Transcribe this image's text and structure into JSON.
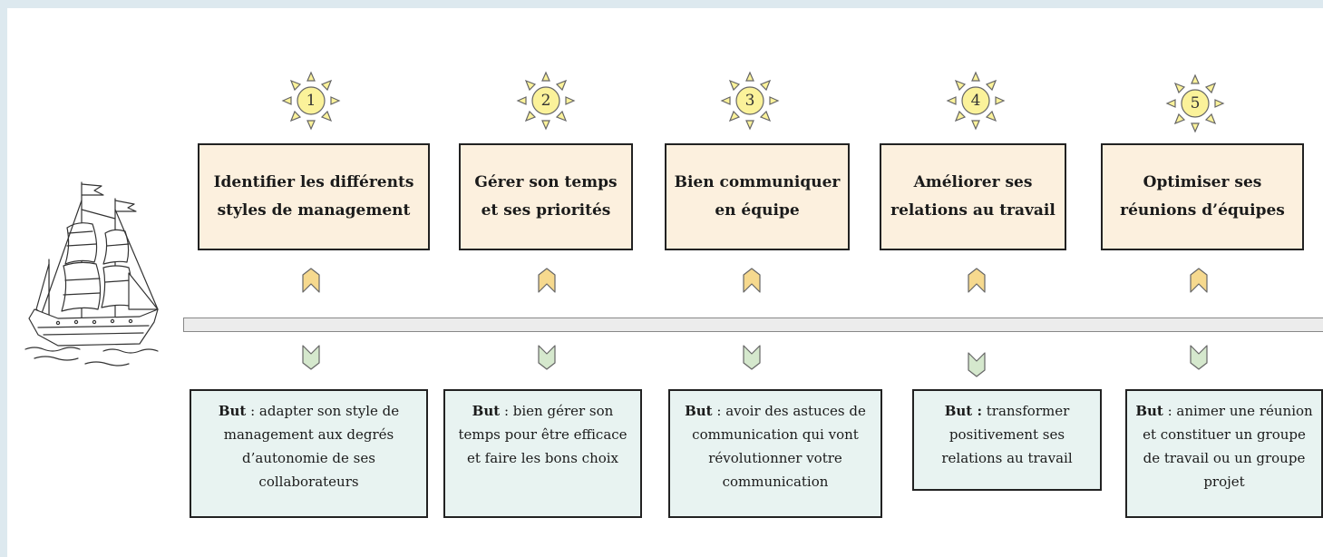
{
  "steps": [
    {
      "number": "1",
      "title": "Identifier les différents styles de management",
      "goal_prefix": "But",
      "goal_text": " : adapter son style de management aux degrés d’autonomie de ses collaborateurs"
    },
    {
      "number": "2",
      "title": "Gérer son temps et ses priorités",
      "goal_prefix": "But",
      "goal_text": " : bien gérer son temps pour être efficace et faire les bons choix"
    },
    {
      "number": "3",
      "title": "Bien communiquer en équipe",
      "goal_prefix": "But",
      "goal_text": " : avoir des astuces de communication qui vont révolutionner votre communication"
    },
    {
      "number": "4",
      "title": "Améliorer ses relations au travail",
      "goal_prefix": "But :",
      "goal_text": " transformer positivement ses relations au travail"
    },
    {
      "number": "5",
      "title": "Optimiser ses réunions d’équipes",
      "goal_prefix": "But",
      "goal_text": " : animer une réunion et constituer un groupe de travail ou un groupe projet"
    }
  ],
  "colors": {
    "sun_fill": "#fbf29a",
    "title_bg": "#fcf0de",
    "up_chevron": "#f6d98e",
    "down_chevron": "#d5e8cd",
    "goal_bg": "#e8f3f1"
  },
  "icons": [
    "sun-icon",
    "ship-icon",
    "chevron-up-icon",
    "chevron-down-icon"
  ]
}
